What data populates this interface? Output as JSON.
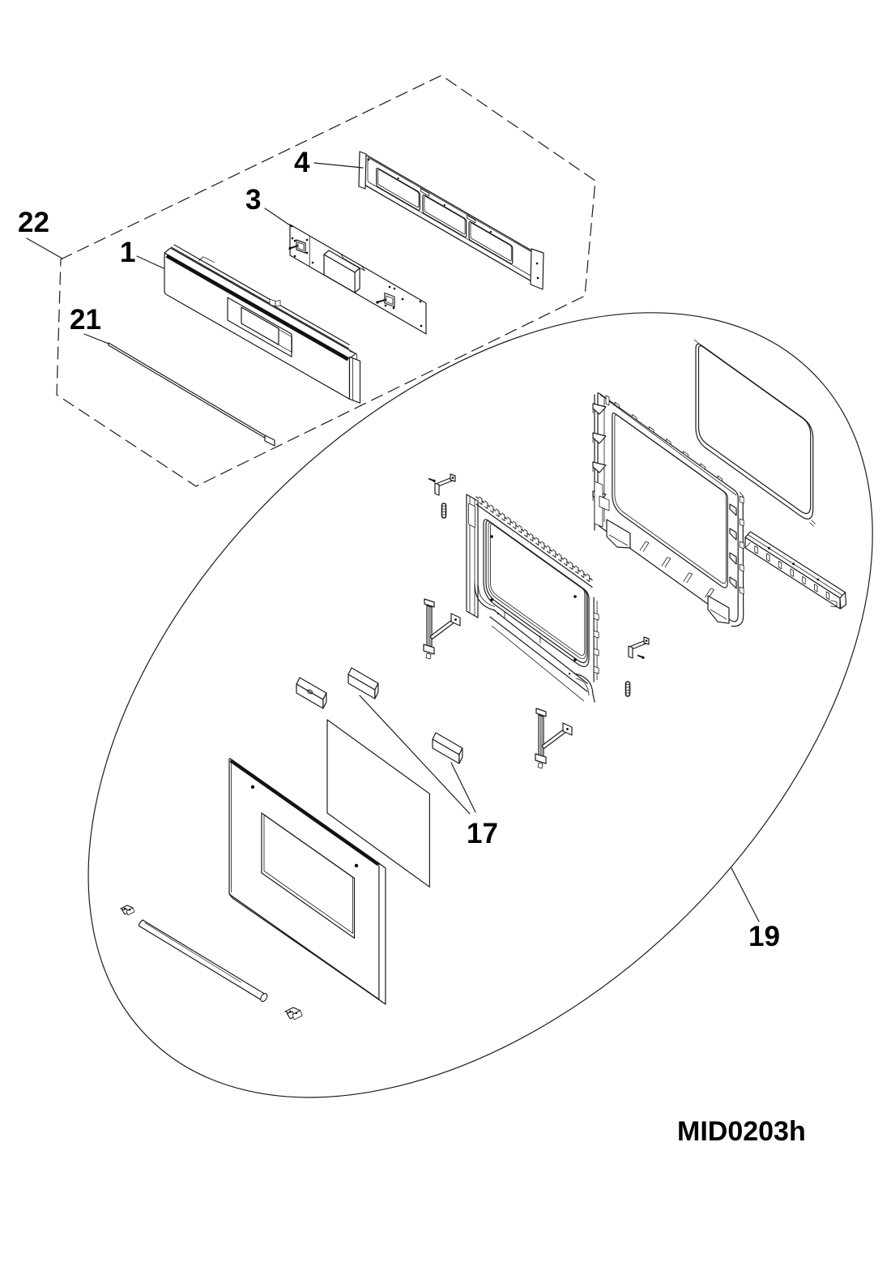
{
  "code": "MID0203h",
  "labels": {
    "control_panel": "1",
    "control_board": "3",
    "vent_grille": "4",
    "spacer_blocks": "17",
    "door_assembly": "19",
    "trim_strip": "21",
    "panel_group": "22"
  }
}
